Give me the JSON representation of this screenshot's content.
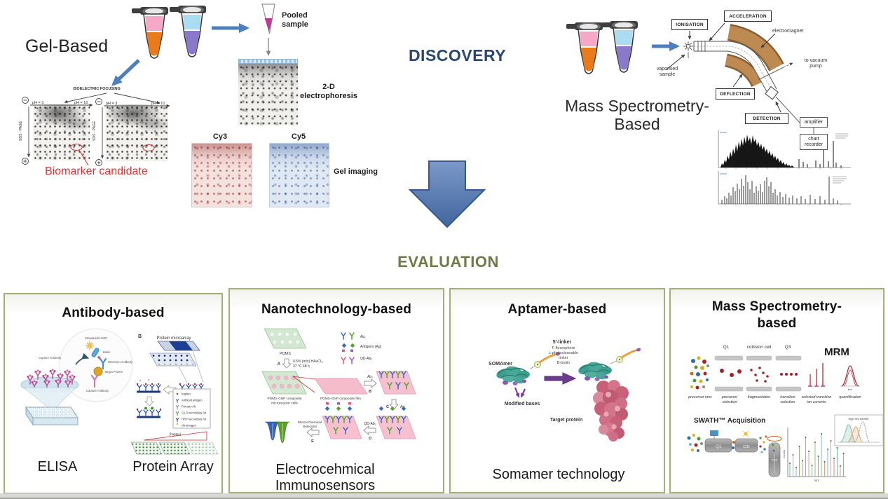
{
  "discovery": {
    "heading": "DISCOVERY",
    "gel": {
      "title": "Gel-Based",
      "ief": "ISOELECTRIC FOCUSING",
      "ph3": "pH = 3",
      "ph10": "pH = 10",
      "sds": "SDS - PAGE",
      "biomarker": "Biomarker candidate",
      "pooled": "Pooled sample",
      "twod_1": "2-D",
      "twod_2": "electrophoresis",
      "cy3": "Cy3",
      "cy5": "Cy5",
      "gel_imaging": "Gel imaging"
    },
    "ms": {
      "title_1": "Mass Spectrometry-",
      "title_2": "Based",
      "ionisation": "IONISATION",
      "acceleration": "ACCELERATION",
      "deflection": "DEFLECTION",
      "detection": "DETECTION",
      "electromagnet": "electromagnet",
      "vaporised": "vaporised sample",
      "vacuum": "to vacuum pump",
      "amplifier": "amplifier",
      "chart_1": "chart",
      "chart_2": "recorder"
    }
  },
  "evaluation": {
    "heading": "EVALUATION",
    "antibody": {
      "title": "Antibody-based",
      "elisa": "ELISA",
      "protein_array": "Protein Array",
      "b": "B",
      "microarray": "Protein microarray",
      "streptavidin": "Streptavidin-HRP",
      "biotin": "Biotin",
      "detection_ab": "Detection Antibody",
      "target_protein": "Target Protein",
      "capture_ab": "Capture Antibody",
      "hapten_bracket": "[hapten]",
      "legend": [
        "hapten",
        "Artificial antigen",
        "Primary Ab",
        "Cy-3 secondary Ab",
        "HRP secondary Ab",
        "chromogen"
      ]
    },
    "nano": {
      "title": "Nanotechnology-based",
      "pdms": "PDMS",
      "step_a": "A",
      "step_b": "B",
      "step_c": "C",
      "step_d": "D",
      "step_e": "E",
      "reagent_1": "0.5% (m/v) HAuCl₄,",
      "reagent_2": "37 °C 48 h",
      "cells_1": "PDMS-GNP composite",
      "cells_2": "microreactor cells",
      "film": "PDMS-GNP composite film",
      "ab1": "Ab₁",
      "antigens": "Antigens (Ag)",
      "qd_ab2": "QD-Ab₂",
      "ag": "Ag",
      "echem_1": "Electrochemical",
      "echem_2": "Detection",
      "caption_1": "Electrocehmical",
      "caption_2": "Immunosensors"
    },
    "aptamer": {
      "title": "Aptamer-based",
      "somamer": "SOMAmer",
      "linker_title": "5'-linker",
      "linker_f": "F-fluorophore",
      "linker_l": "L-photocleavable",
      "linker_l2": "linker",
      "linker_b": "B-biotin",
      "modified": "Modified bases",
      "target": "Target protein",
      "caption": "Somamer technology"
    },
    "ms_eval": {
      "title_1": "Mass Spectrometry-",
      "title_2": "based",
      "q1": "Q1",
      "cc": "collision cell",
      "q3": "Q3",
      "mrm": "MRM",
      "lbl_precursor_ions": "precursor ions",
      "lbl_precursor_sel_1": "precursor",
      "lbl_precursor_sel_2": "selection",
      "lbl_frag": "fragmentation",
      "lbl_trans_1": "transition",
      "lbl_trans_2": "selection",
      "lbl_stic_1": "selected transition",
      "lbl_stic_2": "ion currents",
      "lbl_quant": "quantification",
      "time": "time",
      "swath": "SWATH™ Acquisition",
      "cyl1": "Q1",
      "cyl2": "CID",
      "tof": "TOF",
      "counts": "counts",
      "mz": "m/z",
      "inset": "High res MS/MS"
    }
  }
}
